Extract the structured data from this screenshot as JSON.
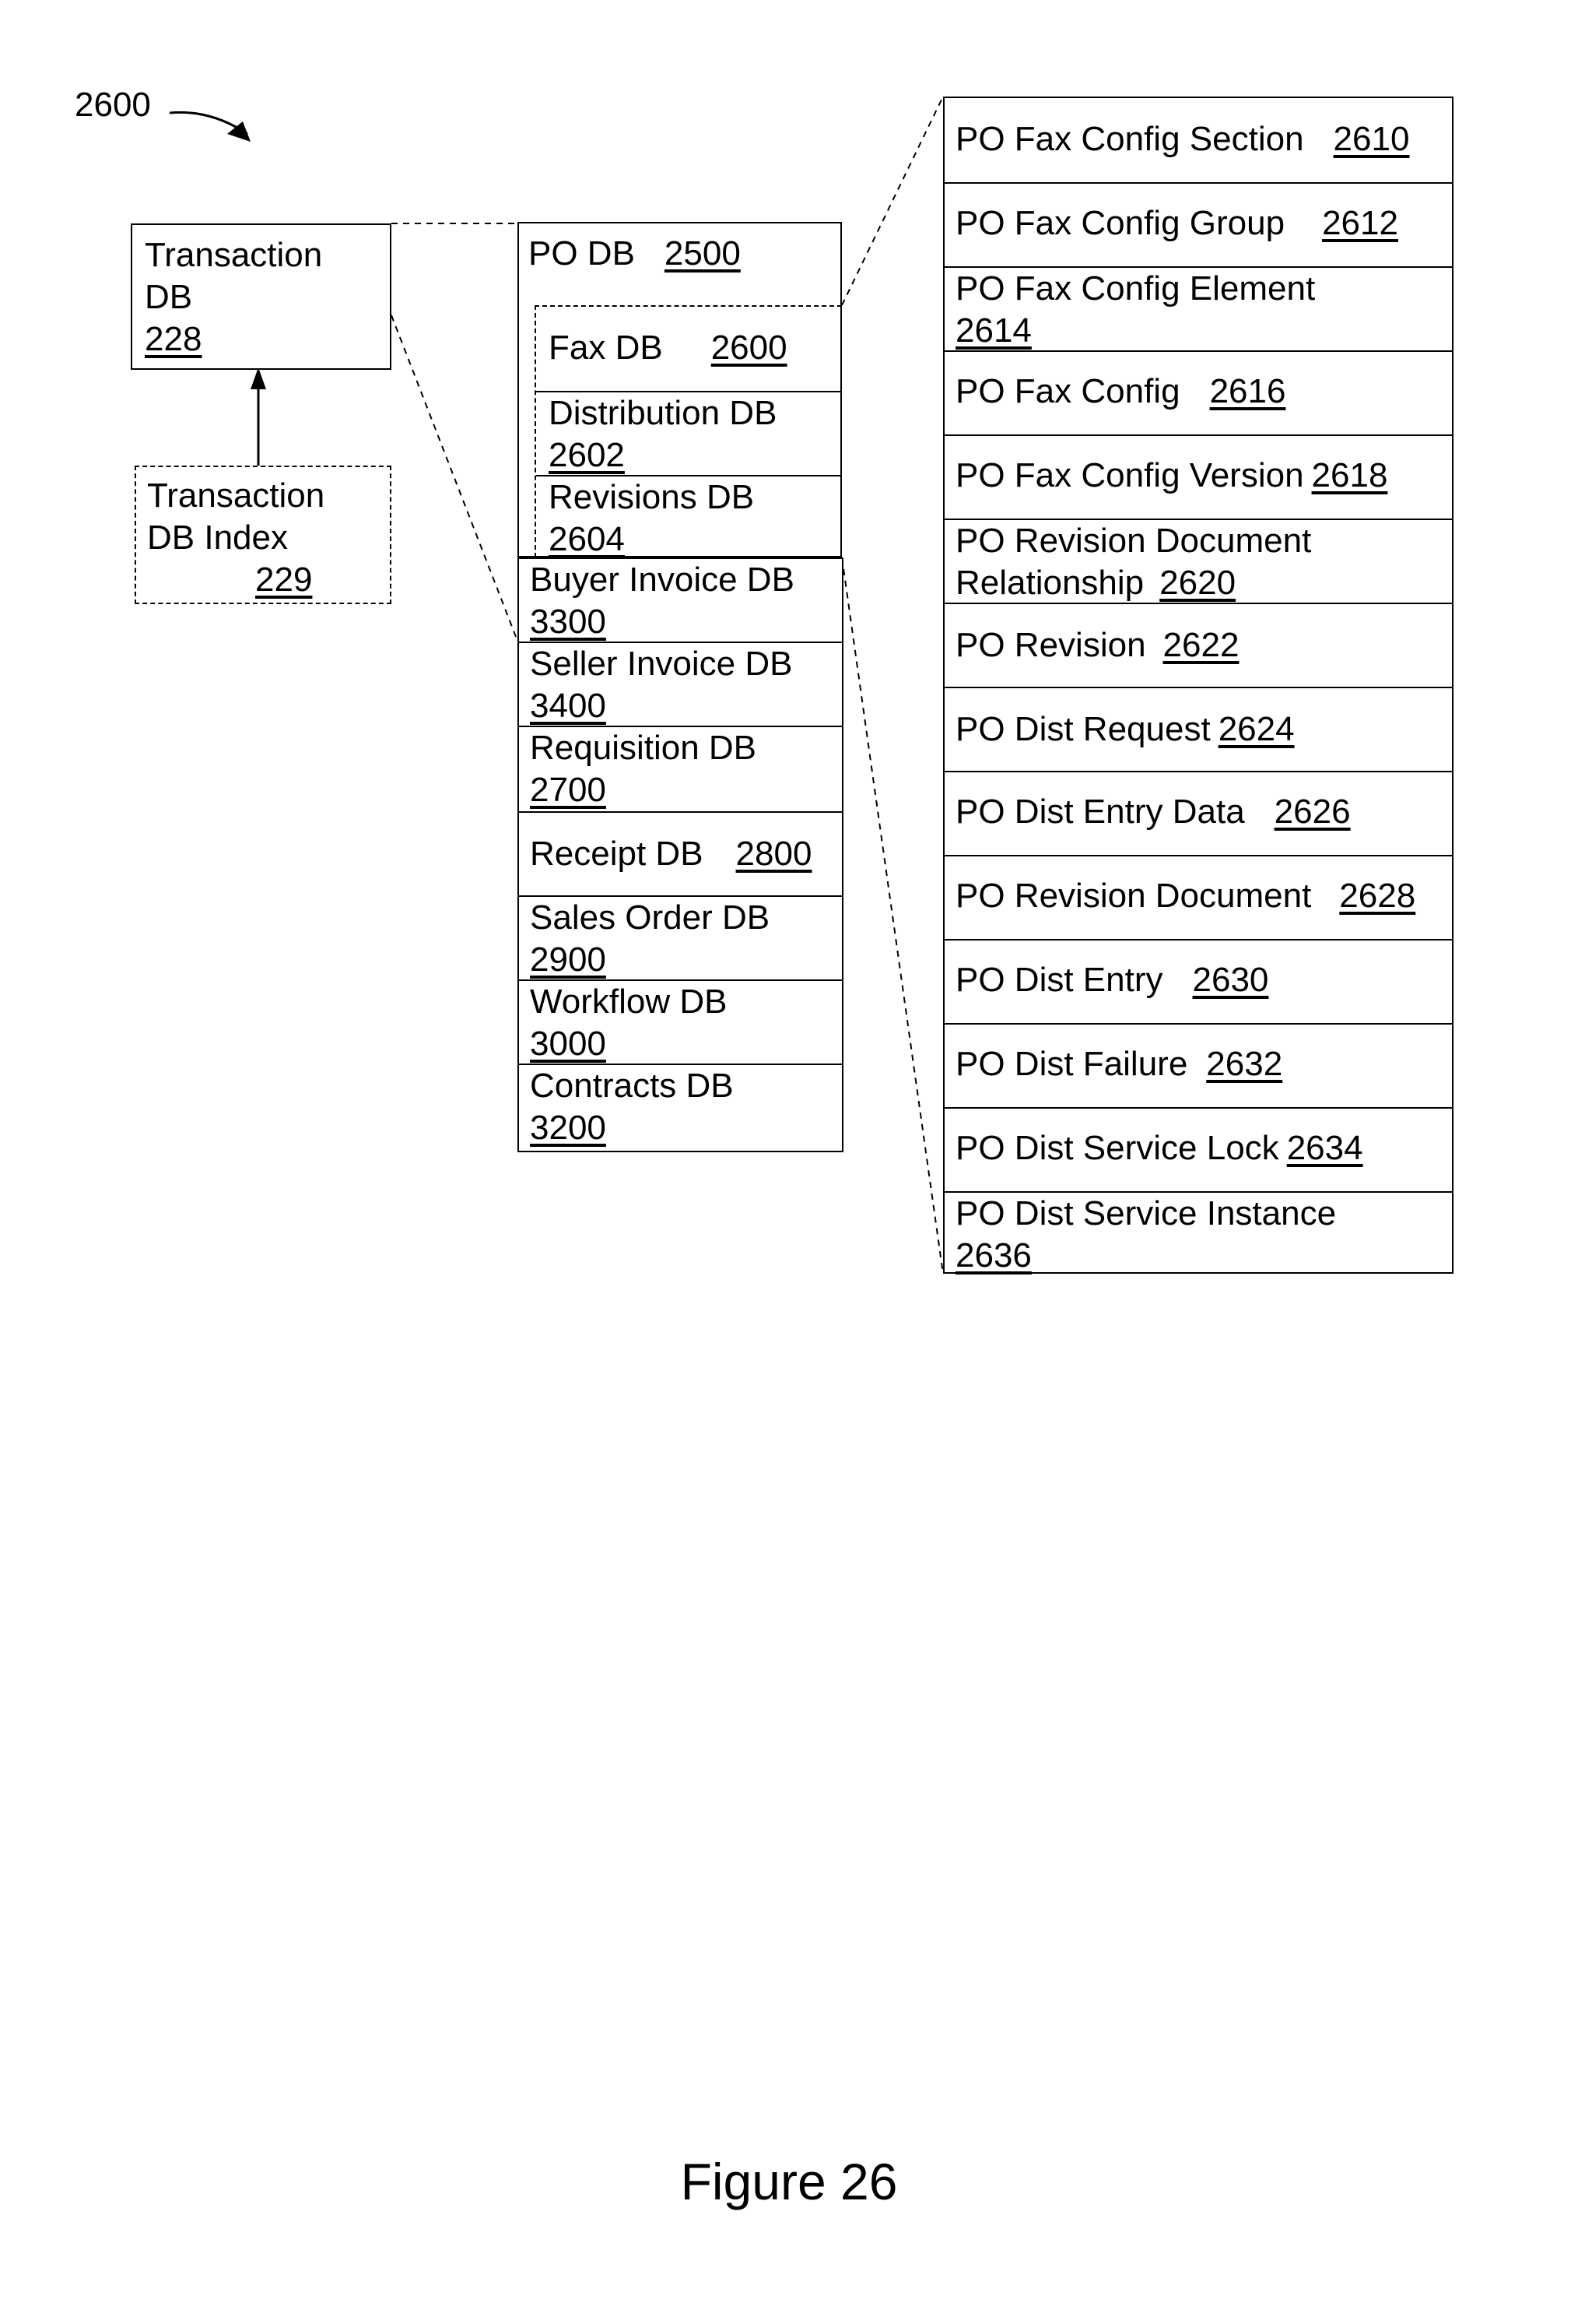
{
  "figure_ref": "2600",
  "transaction_db": {
    "label_line1": "Transaction",
    "label_line2": "DB",
    "ref": "228"
  },
  "transaction_db_index": {
    "label_line1": "Transaction",
    "label_line2": "DB Index",
    "ref": "229"
  },
  "po_db": {
    "label": "PO DB",
    "ref": "2500"
  },
  "fax_group": [
    {
      "label": "Fax DB",
      "ref": "2600"
    },
    {
      "label": "Distribution DB",
      "ref": "2602"
    },
    {
      "label": "Revisions DB",
      "ref": "2604"
    }
  ],
  "middle_list": [
    {
      "label": "Buyer Invoice DB",
      "ref": "3300"
    },
    {
      "label": "Seller Invoice DB",
      "ref": "3400"
    },
    {
      "label": "Requisition DB",
      "ref": "2700"
    },
    {
      "label": "Receipt DB",
      "ref": "2800"
    },
    {
      "label": "Sales Order DB",
      "ref": "2900"
    },
    {
      "label": "Workflow DB",
      "ref": "3000"
    },
    {
      "label": "Contracts DB",
      "ref": "3200"
    }
  ],
  "right_list": [
    {
      "label": "PO Fax Config Section",
      "ref": "2610"
    },
    {
      "label": "PO Fax Config Group",
      "ref": "2612"
    },
    {
      "label": "PO Fax Config Element",
      "ref": "2614"
    },
    {
      "label": "PO Fax Config",
      "ref": "2616"
    },
    {
      "label": "PO Fax Config Version",
      "ref": "2618"
    },
    {
      "label": "PO Revision Document Relationship",
      "ref": "2620"
    },
    {
      "label": "PO Revision",
      "ref": "2622"
    },
    {
      "label": "PO Dist Request",
      "ref": "2624"
    },
    {
      "label": "PO Dist Entry Data",
      "ref": "2626"
    },
    {
      "label": "PO Revision Document",
      "ref": "2628"
    },
    {
      "label": "PO Dist Entry",
      "ref": "2630"
    },
    {
      "label": "PO Dist Failure",
      "ref": "2632"
    },
    {
      "label": "PO Dist Service Lock",
      "ref": "2634"
    },
    {
      "label": "PO Dist Service Instance",
      "ref": "2636"
    }
  ],
  "caption": "Figure 26"
}
